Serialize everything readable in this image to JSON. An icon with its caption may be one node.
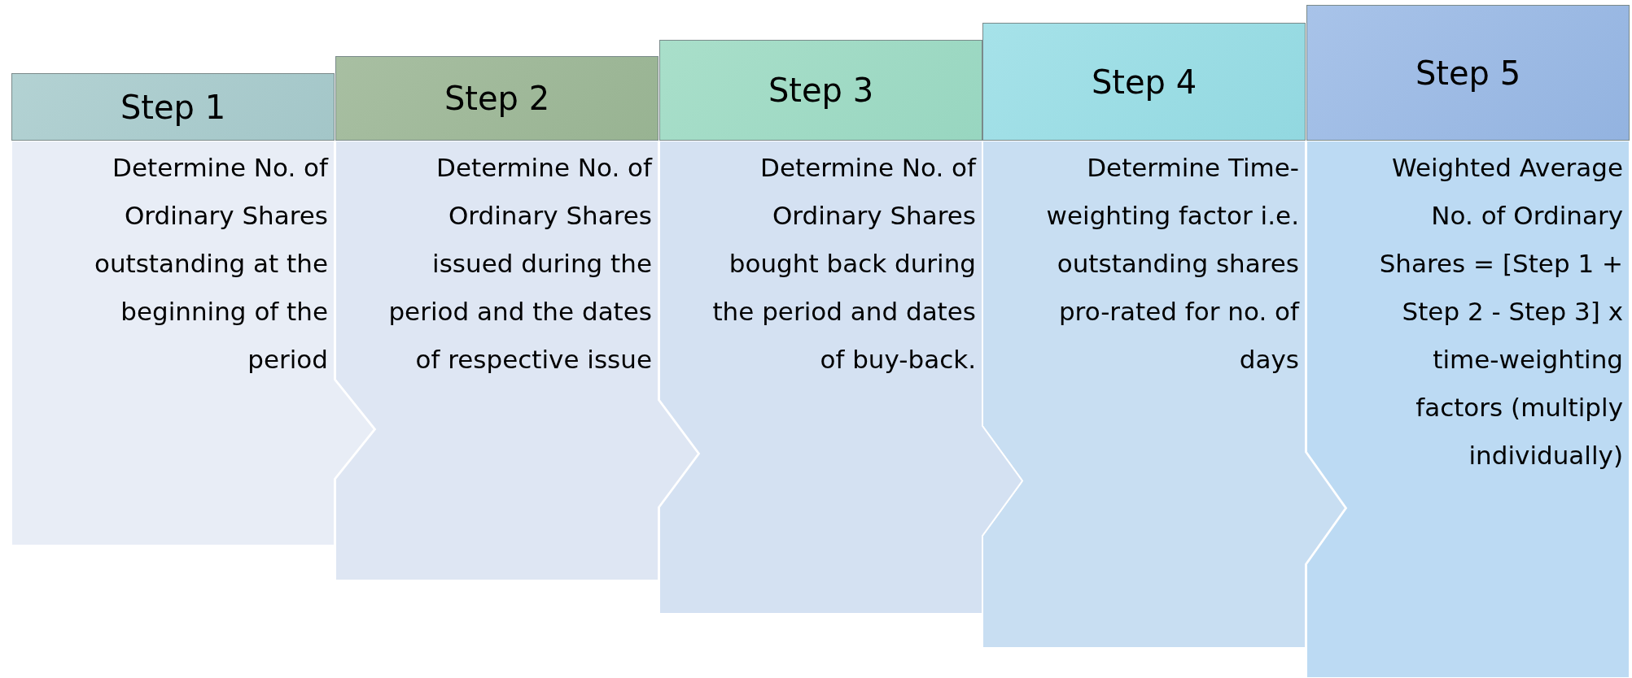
{
  "diagram": {
    "nodes": [
      {
        "text": [
          "Step 1"
        ]
      },
      {
        "text": [
          "Determine No. of Ordinary Shares outstanding at the beginning of the period"
        ]
      },
      {
        "text": [
          "Step 2"
        ]
      },
      {
        "text": [
          "Determine No. of Ordinary Shares issued during the period and the dates of respective issue"
        ]
      },
      {
        "text": [
          "Step 3"
        ]
      },
      {
        "text": [
          "Determine No. of Ordinary Shares bought back during the period and dates of buy-back."
        ]
      },
      {
        "text": [
          "Step 4"
        ]
      },
      {
        "text": [
          "Determine Time-weighting factor i.e. outstanding shares pro-rated for no. of days"
        ]
      },
      {
        "text": [
          "Step 5"
        ]
      },
      {
        "text": [
          "Weighted Average No. of Ordinary Shares = [Step 1 + Step 2 - Step 3] x time-weighting factors (multiply individually)"
        ]
      }
    ]
  }
}
